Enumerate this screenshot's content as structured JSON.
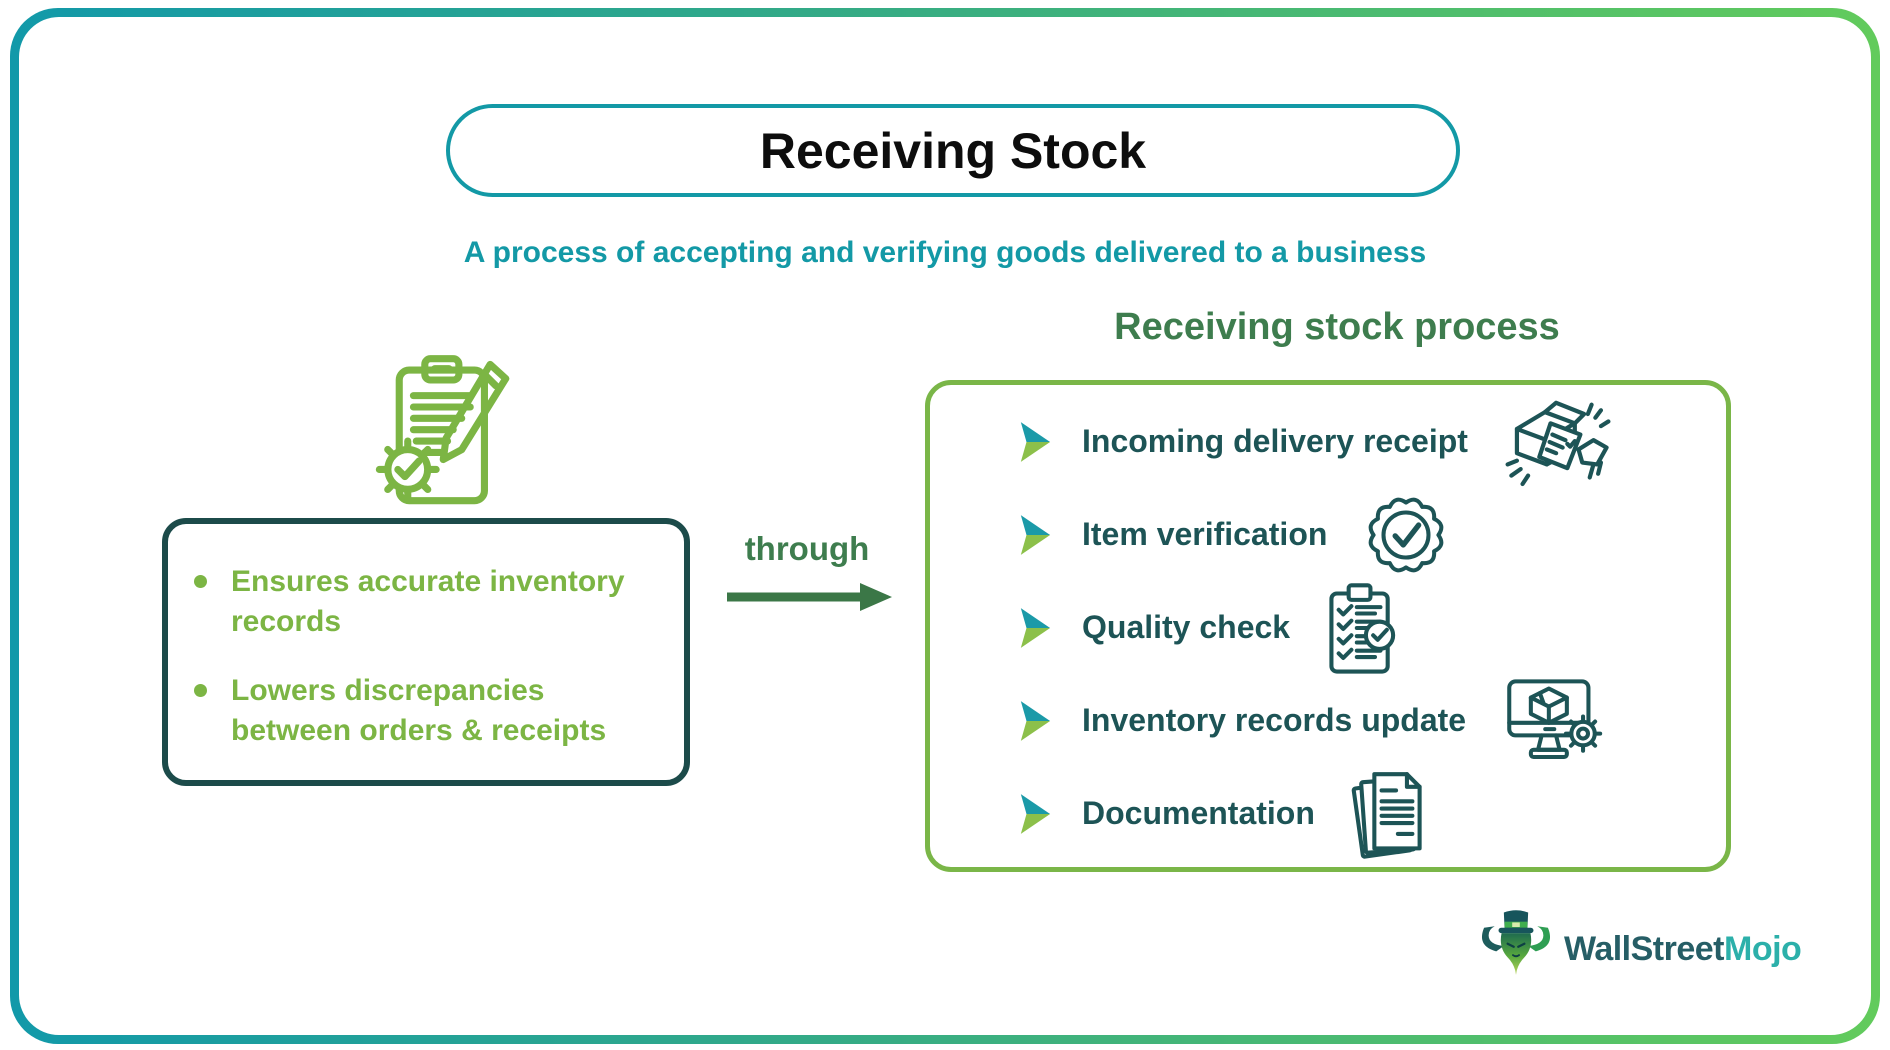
{
  "title": "Receiving Stock",
  "subtitle": "A process of accepting and verifying goods delivered to a business",
  "left_panel": {
    "icon": "clipboard-gear-icon",
    "bullets": [
      {
        "line1": "Ensures accurate inventory",
        "line2": "records"
      },
      {
        "line1": "Lowers discrepancies",
        "line2": "between orders & receipts"
      }
    ]
  },
  "connector": {
    "label": "through",
    "icon": "right-arrow-icon"
  },
  "right_panel": {
    "heading": "Receiving stock process",
    "items": [
      {
        "label": "Incoming delivery receipt",
        "icon": "package-in-hand-icon",
        "bullet": "play-arrow-icon"
      },
      {
        "label": "Item verification",
        "icon": "badge-check-icon",
        "bullet": "play-arrow-icon"
      },
      {
        "label": "Quality check",
        "icon": "checklist-clipboard-icon",
        "bullet": "play-arrow-icon"
      },
      {
        "label": "Inventory records update",
        "icon": "monitor-box-gear-icon",
        "bullet": "play-arrow-icon"
      },
      {
        "label": "Documentation",
        "icon": "documents-stack-icon",
        "bullet": "play-arrow-icon"
      }
    ]
  },
  "logo": {
    "icon": "bull-mascot-icon",
    "brand_dark": "WallStreet",
    "brand_accent": "Mojo"
  },
  "colors": {
    "frame_gradient_start": "#1299a9",
    "frame_gradient_end": "#62cb5c",
    "teal": "#1399a6",
    "dark_teal_text": "#1d5456",
    "green": "#7cb544",
    "forest_green": "#3e7d4e",
    "left_box_border": "#1c4b4a",
    "process_box_border": "#7ab648",
    "arrow_bullet_top": "#1b9aa8",
    "arrow_bullet_bottom": "#8cc04a",
    "title_text": "#0d0d0d",
    "logo_dark": "#265e66",
    "logo_accent": "#2cb0aa"
  }
}
